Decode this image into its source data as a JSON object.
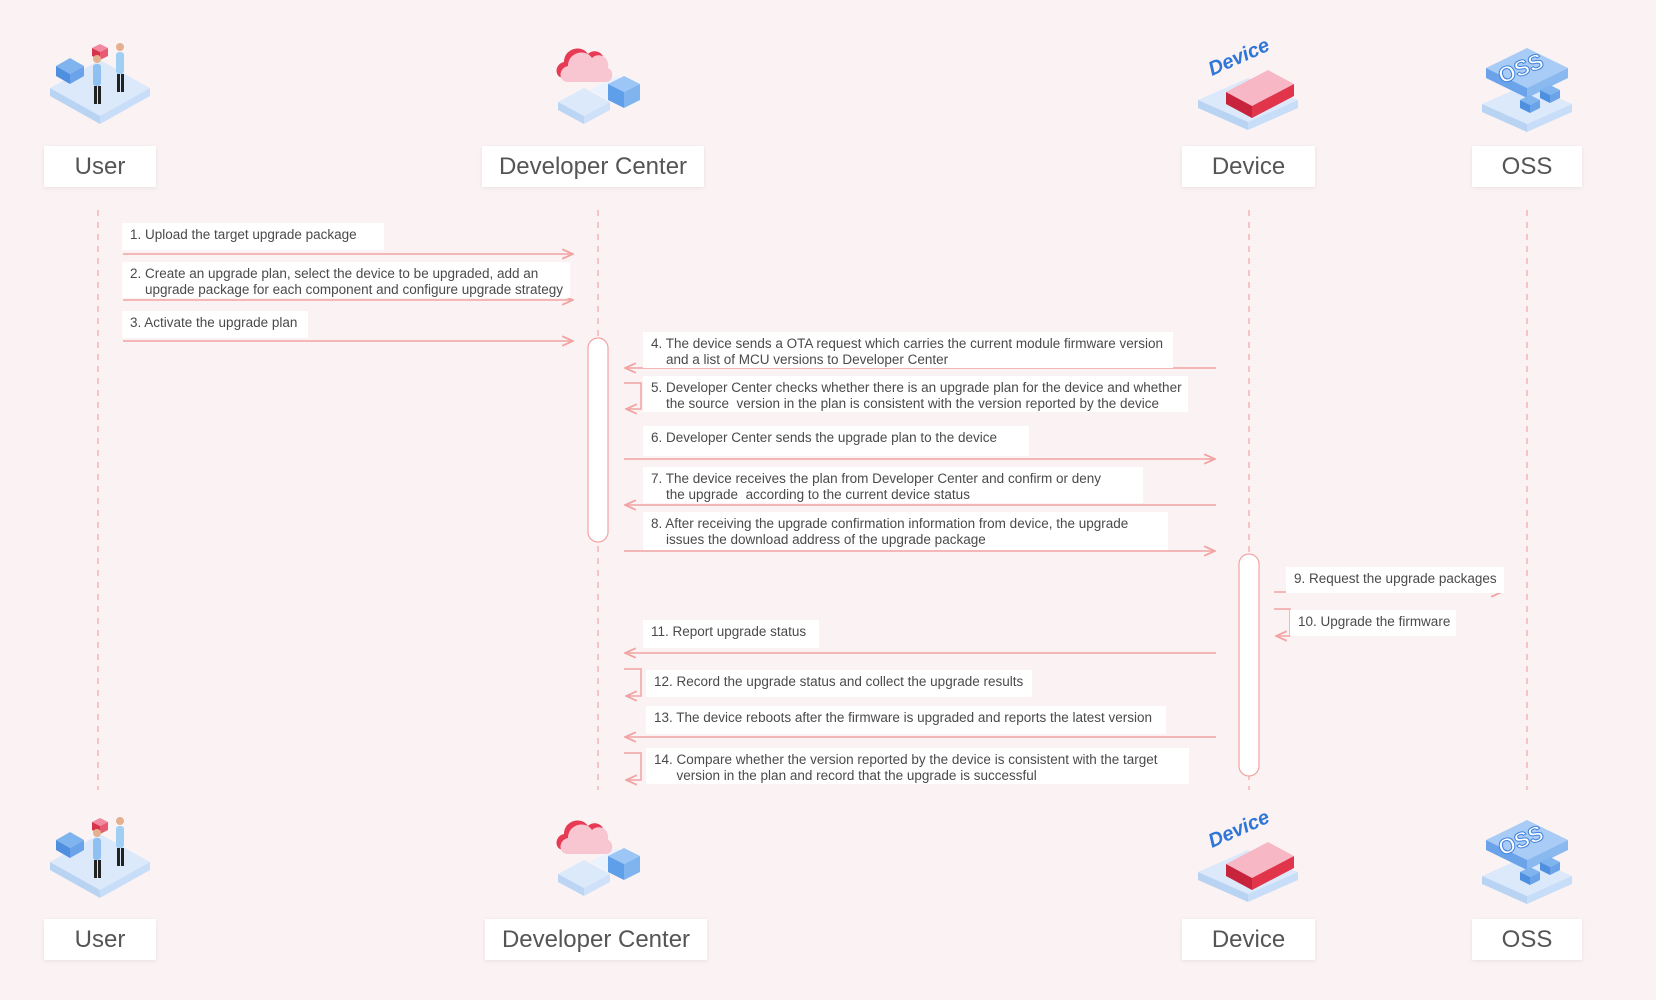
{
  "colors": {
    "background": "#fbf3f3",
    "line": "#f2a3a3",
    "box": "#ffffff",
    "text": "#555555",
    "icon_blue": "#6aa8ec",
    "icon_red": "#e0354b"
  },
  "actors": [
    {
      "id": "user",
      "label": "User",
      "icon": "user-handshake-icon"
    },
    {
      "id": "developer_center",
      "label": "Developer Center",
      "icon": "cloud-platform-icon"
    },
    {
      "id": "device",
      "label": "Device",
      "icon": "device-chip-icon",
      "icon_text": "Device"
    },
    {
      "id": "oss",
      "label": "OSS",
      "icon": "oss-storage-icon",
      "icon_text": "OSS"
    }
  ],
  "messages": [
    {
      "n": 1,
      "text": "1. Upload the target upgrade package"
    },
    {
      "n": 2,
      "text": "2. Create an upgrade plan, select the device to be upgraded, add an\n    upgrade package for each component and configure upgrade strategy"
    },
    {
      "n": 3,
      "text": "3. Activate the upgrade plan"
    },
    {
      "n": 4,
      "text": "4. The device sends a OTA request which carries the current module firmware version\n    and a list of MCU versions to Developer Center"
    },
    {
      "n": 5,
      "text": "5. Developer Center checks whether there is an upgrade plan for the device and whether\n    the source  version in the plan is consistent with the version reported by the device"
    },
    {
      "n": 6,
      "text": "6. Developer Center sends the upgrade plan to the device"
    },
    {
      "n": 7,
      "text": "7. The device receives the plan from Developer Center and confirm or deny\n    the upgrade  according to the current device status"
    },
    {
      "n": 8,
      "text": "8. After receiving the upgrade confirmation information from device, the upgrade\n    issues the download address of the upgrade package"
    },
    {
      "n": 9,
      "text": "9. Request the upgrade packages"
    },
    {
      "n": 10,
      "text": "10. Upgrade the firmware"
    },
    {
      "n": 11,
      "text": "11. Report upgrade status"
    },
    {
      "n": 12,
      "text": "12. Record the upgrade status and collect the upgrade results"
    },
    {
      "n": 13,
      "text": "13. The device reboots after the firmware is upgraded and reports the latest version"
    },
    {
      "n": 14,
      "text": "14. Compare whether the version reported by the device is consistent with the target\n      version in the plan and record that the upgrade is successful"
    }
  ]
}
